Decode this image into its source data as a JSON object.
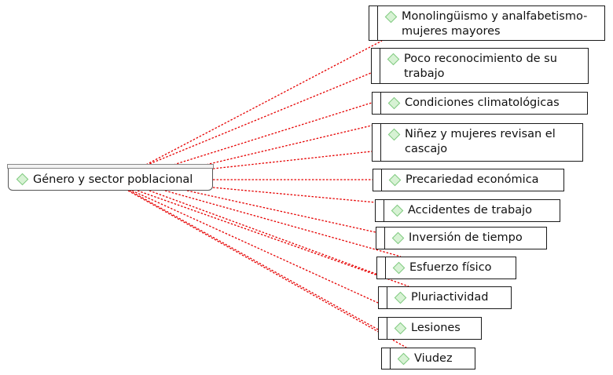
{
  "diagram": {
    "root": {
      "label": "Género y sector poblacional",
      "icon": "green-diamond-icon"
    },
    "link_style": {
      "color": "#e60000",
      "dash": "dotted"
    },
    "icon_colors": {
      "fill": "#d7f2d4",
      "stroke": "#7ec87e"
    },
    "children": [
      {
        "label": "Monolingüismo y analfabetismo-mujeres mayores"
      },
      {
        "label": "Poco reconocimiento de su trabajo"
      },
      {
        "label": "Condiciones climatológicas"
      },
      {
        "label": "Niñez y mujeres revisan el cascajo"
      },
      {
        "label": "Precariedad económica"
      },
      {
        "label": "Accidentes de trabajo"
      },
      {
        "label": "Inversión de tiempo"
      },
      {
        "label": "Esfuerzo físico"
      },
      {
        "label": "Pluriactividad"
      },
      {
        "label": "Lesiones"
      },
      {
        "label": "Viudez"
      }
    ]
  }
}
